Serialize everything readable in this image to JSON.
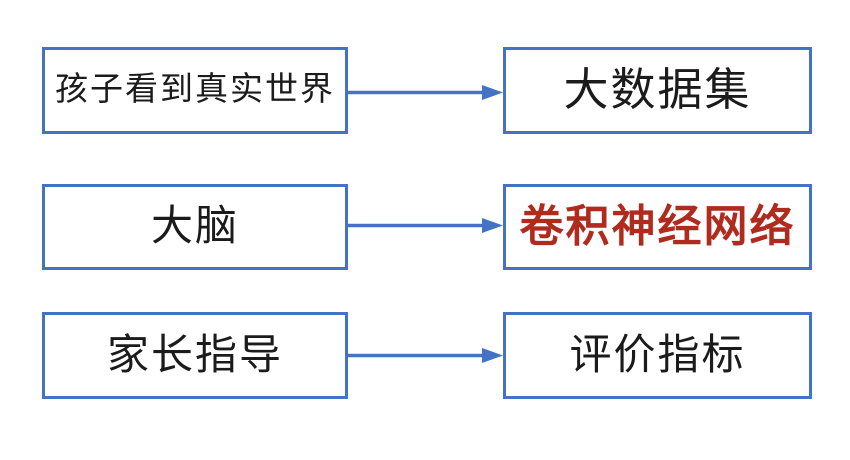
{
  "colors": {
    "background": "#ffffff",
    "box_border": "#4472C4",
    "arrow": "#4472C4",
    "text_default": "#1b1b1b",
    "text_highlight": "#b02a1d"
  },
  "diagram": {
    "type": "flow-mapping",
    "rows": [
      {
        "left": {
          "label": "孩子看到真实世界"
        },
        "right": {
          "label": "大数据集"
        },
        "connector": "arrow-right"
      },
      {
        "left": {
          "label": "大脑"
        },
        "right": {
          "label": "卷积神经网络",
          "highlighted": true
        },
        "connector": "arrow-right"
      },
      {
        "left": {
          "label": "家长指导"
        },
        "right": {
          "label": "评价指标"
        },
        "connector": "arrow-right"
      }
    ]
  }
}
